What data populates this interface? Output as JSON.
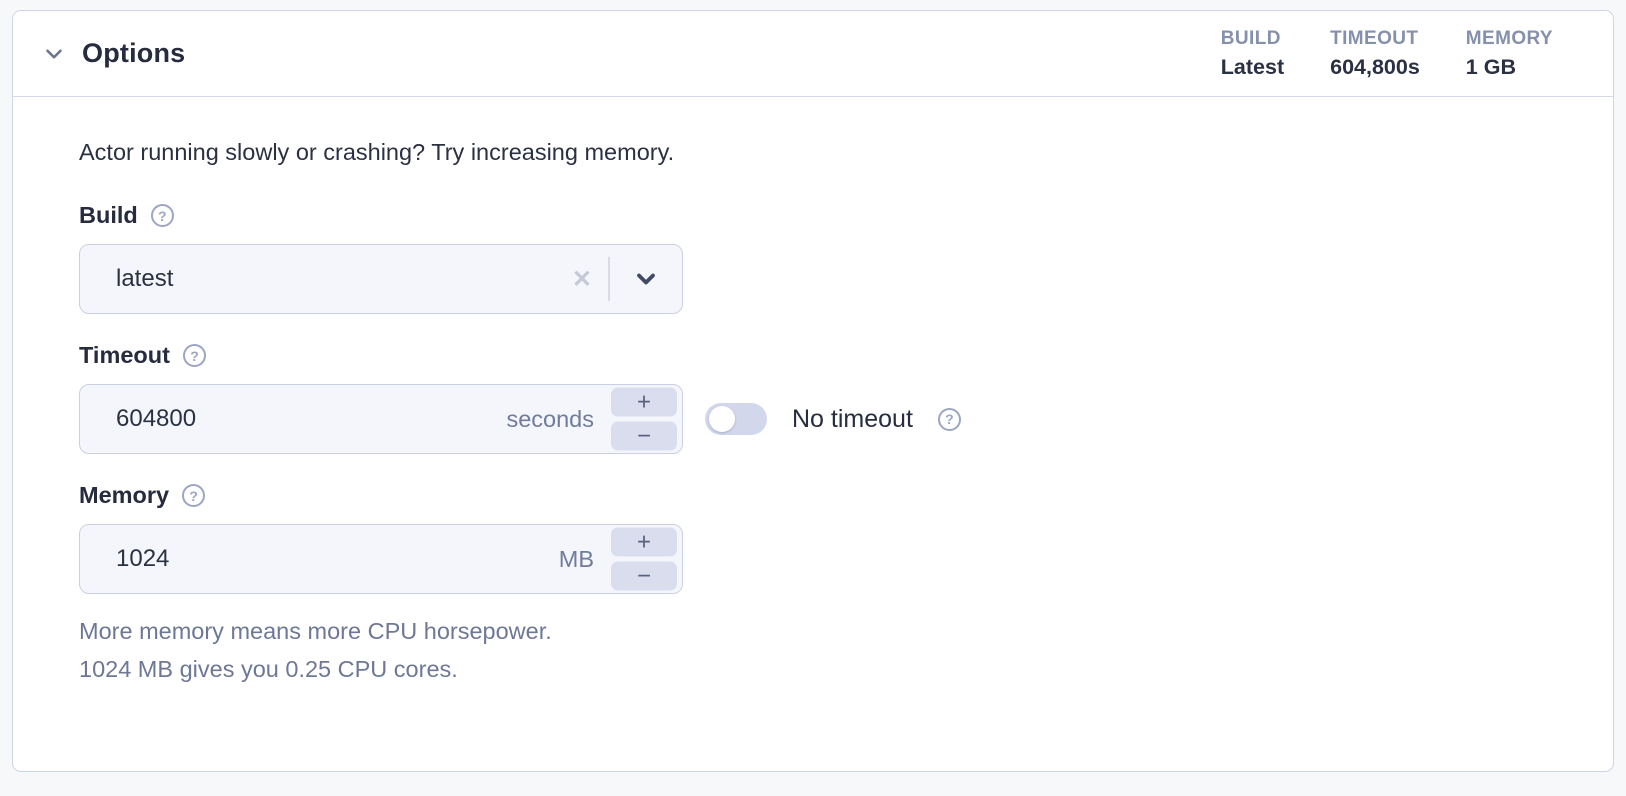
{
  "panel": {
    "title": "Options",
    "summary": [
      {
        "label": "BUILD",
        "value": "Latest"
      },
      {
        "label": "TIMEOUT",
        "value": "604,800s"
      },
      {
        "label": "MEMORY",
        "value": "1 GB"
      }
    ],
    "description": "Actor running slowly or crashing? Try increasing memory.",
    "build": {
      "label": "Build",
      "value": "latest"
    },
    "timeout": {
      "label": "Timeout",
      "value": "604800",
      "unit": "seconds",
      "no_timeout_label": "No timeout",
      "no_timeout_on": false
    },
    "memory": {
      "label": "Memory",
      "value": "1024",
      "unit": "MB",
      "note_line1": "More memory means more CPU horsepower.",
      "note_line2": "1024 MB gives you 0.25 CPU cores."
    }
  },
  "icons": {
    "help_glyph": "?",
    "clear_glyph": "✕",
    "plus_glyph": "+",
    "minus_glyph": "−"
  },
  "colors": {
    "panel_border": "#ced4e9",
    "input_bg": "#f4f6fb",
    "input_border": "#c9d0e4",
    "stepper_bg": "#d9ddee",
    "toggle_bg": "#d2d7ec",
    "dark_text": "#2b3142",
    "muted_text": "#6e7896",
    "caps_label": "#8590ac",
    "help_icon": "#9ca6c3"
  }
}
